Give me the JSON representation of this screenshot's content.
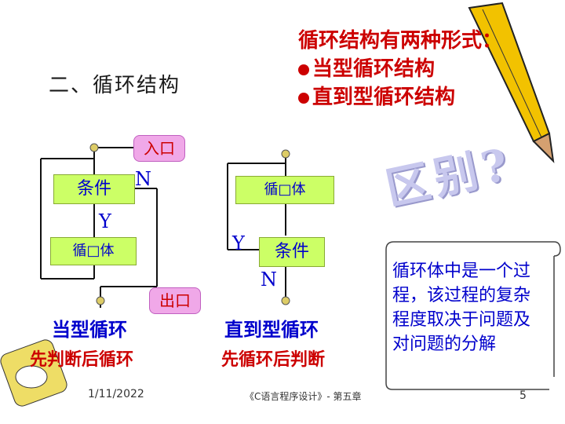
{
  "slide": {
    "section_title": "二、循环结构",
    "forms_heading": "循环结构有两种形式：",
    "forms": [
      "当型循环结构",
      "直到型循环结构"
    ],
    "difference_text": "区别?",
    "left_flow": {
      "entry": "入口",
      "condition": "条件",
      "no": "N",
      "yes": "Y",
      "body": "循□体",
      "exit": "出口",
      "caption": "当型循环",
      "subcaption": "先判断后循环"
    },
    "right_flow": {
      "body": "循□体",
      "yes": "Y",
      "condition": "条件",
      "no": "N",
      "caption": "直到型循环",
      "subcaption": "先循环后判断"
    },
    "note": "循环体中是一个过程，该过程的复杂程度取决于问题及对问题的分解",
    "footer": {
      "date": "1/11/2022",
      "course": "《C语言程序设计》- 第五章",
      "page": "5"
    }
  }
}
